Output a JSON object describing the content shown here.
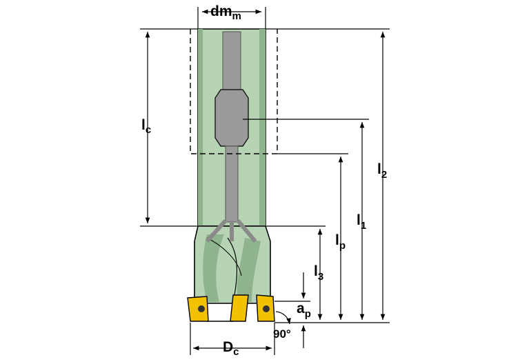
{
  "labels": {
    "dmm": {
      "main": "dm",
      "sub": "m"
    },
    "lc": {
      "main": "l",
      "sub": "c"
    },
    "l2": {
      "main": "l",
      "sub": "2"
    },
    "l1": {
      "main": "l",
      "sub": "1"
    },
    "lp": {
      "main": "l",
      "sub": "p"
    },
    "l3": {
      "main": "l",
      "sub": "3"
    },
    "ap": {
      "main": "a",
      "sub": "p"
    },
    "dc": {
      "main": "D",
      "sub": "c"
    },
    "angle": "90°"
  },
  "colors": {
    "tool_body": "#b6d3b4",
    "tool_shadow": "#8fb38d",
    "coolant_channel": "#9a9a9a",
    "insert": "#f2c200",
    "outline": "#000000"
  }
}
